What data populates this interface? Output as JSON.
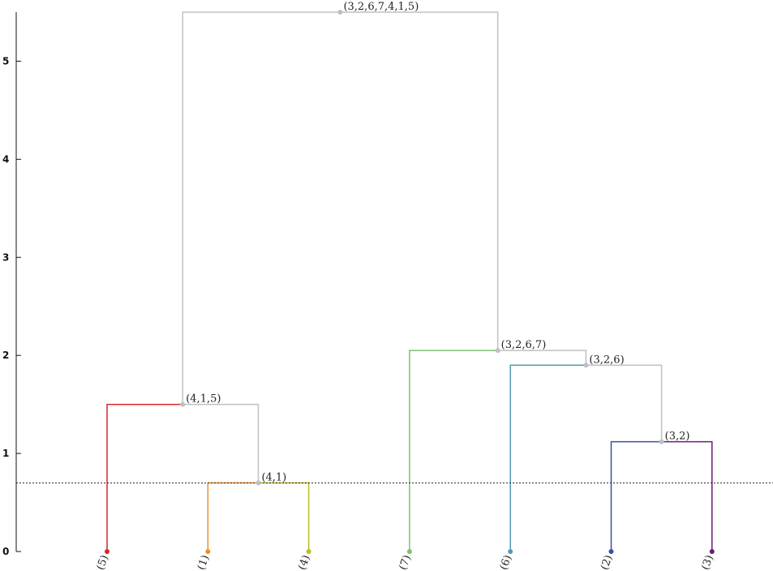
{
  "chart_data": {
    "type": "dendrogram",
    "ylim": [
      0,
      5.5
    ],
    "y_ticks": [
      0,
      1,
      2,
      3,
      4,
      5
    ],
    "threshold": 0.7,
    "leaves": [
      {
        "id": 5,
        "label": "(5)",
        "color": "#d62728"
      },
      {
        "id": 1,
        "label": "(1)",
        "color": "#f28e2b"
      },
      {
        "id": 4,
        "label": "(4)",
        "color": "#bcbd22"
      },
      {
        "id": 7,
        "label": "(7)",
        "color": "#7fc26b"
      },
      {
        "id": 6,
        "label": "(6)",
        "color": "#4e9cb5"
      },
      {
        "id": 2,
        "label": "(2)",
        "color": "#3b4fa3"
      },
      {
        "id": 3,
        "label": "(3)",
        "color": "#6a1b7a"
      }
    ],
    "merges": [
      {
        "label": "(4,1)",
        "left": "(1)",
        "right": "(4)",
        "height": 0.7,
        "left_color": "#f28e2b",
        "right_color": "#bcbd22"
      },
      {
        "label": "(4,1,5)",
        "left": "(5)",
        "right": "(4,1)",
        "height": 1.5,
        "left_color": "#d62728",
        "right_color": "#c0c0c0"
      },
      {
        "label": "(3,2)",
        "left": "(2)",
        "right": "(3)",
        "height": 1.12,
        "left_color": "#3b4fa3",
        "right_color": "#6a1b7a"
      },
      {
        "label": "(3,2,6)",
        "left": "(6)",
        "right": "(3,2)",
        "height": 1.9,
        "left_color": "#4e9cb5",
        "right_color": "#c0c0c0"
      },
      {
        "label": "(3,2,6,7)",
        "left": "(7)",
        "right": "(3,2,6)",
        "height": 2.05,
        "left_color": "#7fc26b",
        "right_color": "#c0c0c0"
      },
      {
        "label": "(3,2,6,7,4,1,5)",
        "left": "(4,1,5)",
        "right": "(3,2,6,7)",
        "height": 5.5,
        "left_color": "#c0c0c0",
        "right_color": "#c0c0c0"
      }
    ],
    "colors": {
      "axis": "#111111",
      "link": "#c0c0c0",
      "threshold": "#222222"
    }
  }
}
